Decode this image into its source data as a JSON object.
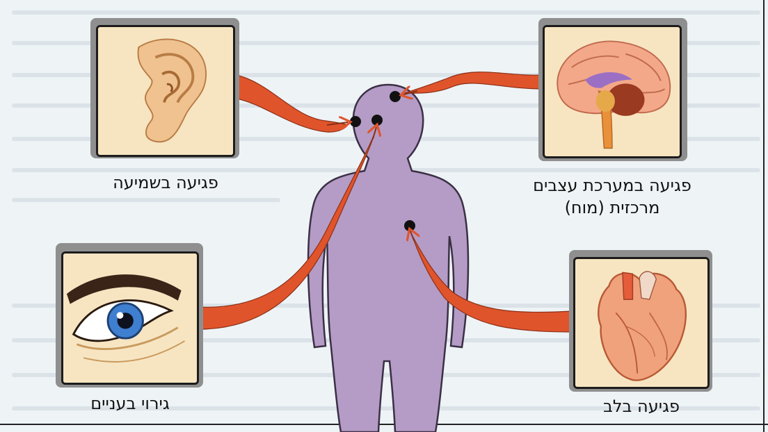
{
  "captions": {
    "hearing": "פגיעה בשמיעה",
    "nervous_line1": "פגיעה במערכת עצבים",
    "nervous_line2": "מרכזית (מוח)",
    "eyes": "גירוי בעניים",
    "heart": "פגיעה בלב"
  },
  "colors": {
    "body": "#b49cc6",
    "arrow": "#e0542c",
    "panel_bg": "#f7e5c2",
    "background": "#eef3f6"
  },
  "icons": [
    "ear-icon",
    "brain-icon",
    "eye-icon",
    "heart-icon"
  ]
}
